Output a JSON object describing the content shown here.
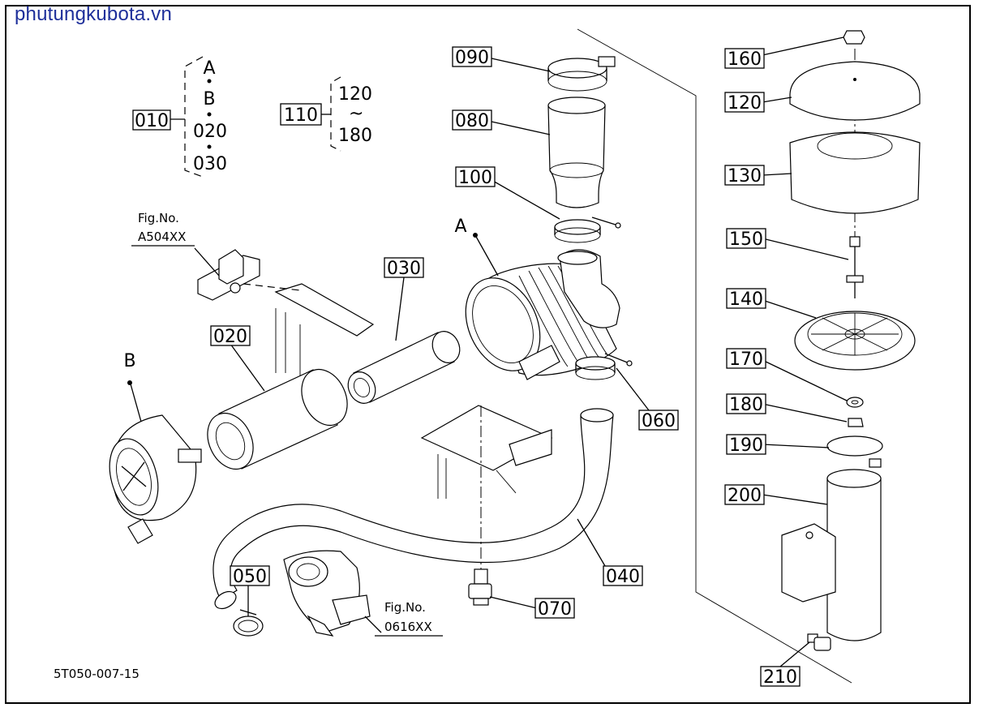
{
  "watermark": "phutungkubota.vn",
  "drawing_code": "5T050-007-15",
  "groups": {
    "g010": {
      "label": "010",
      "items": [
        "A",
        "B",
        "020",
        "030"
      ]
    },
    "g110": {
      "label": "110",
      "start": "120",
      "tilde": "~",
      "end": "180"
    }
  },
  "figrefs": [
    {
      "line1": "Fig.No.",
      "line2": "A504XX"
    },
    {
      "line1": "Fig.No.",
      "line2": "0616XX"
    }
  ],
  "points": {
    "a": "A",
    "b": "B"
  },
  "parts": [
    {
      "id": "090",
      "label": "090"
    },
    {
      "id": "080",
      "label": "080"
    },
    {
      "id": "100",
      "label": "100"
    },
    {
      "id": "030",
      "label": "030"
    },
    {
      "id": "020",
      "label": "020"
    },
    {
      "id": "060",
      "label": "060"
    },
    {
      "id": "050",
      "label": "050"
    },
    {
      "id": "040",
      "label": "040"
    },
    {
      "id": "070",
      "label": "070"
    },
    {
      "id": "160",
      "label": "160"
    },
    {
      "id": "120",
      "label": "120"
    },
    {
      "id": "130",
      "label": "130"
    },
    {
      "id": "150",
      "label": "150"
    },
    {
      "id": "140",
      "label": "140"
    },
    {
      "id": "170",
      "label": "170"
    },
    {
      "id": "180",
      "label": "180"
    },
    {
      "id": "190",
      "label": "190"
    },
    {
      "id": "200",
      "label": "200"
    },
    {
      "id": "210",
      "label": "210"
    }
  ]
}
